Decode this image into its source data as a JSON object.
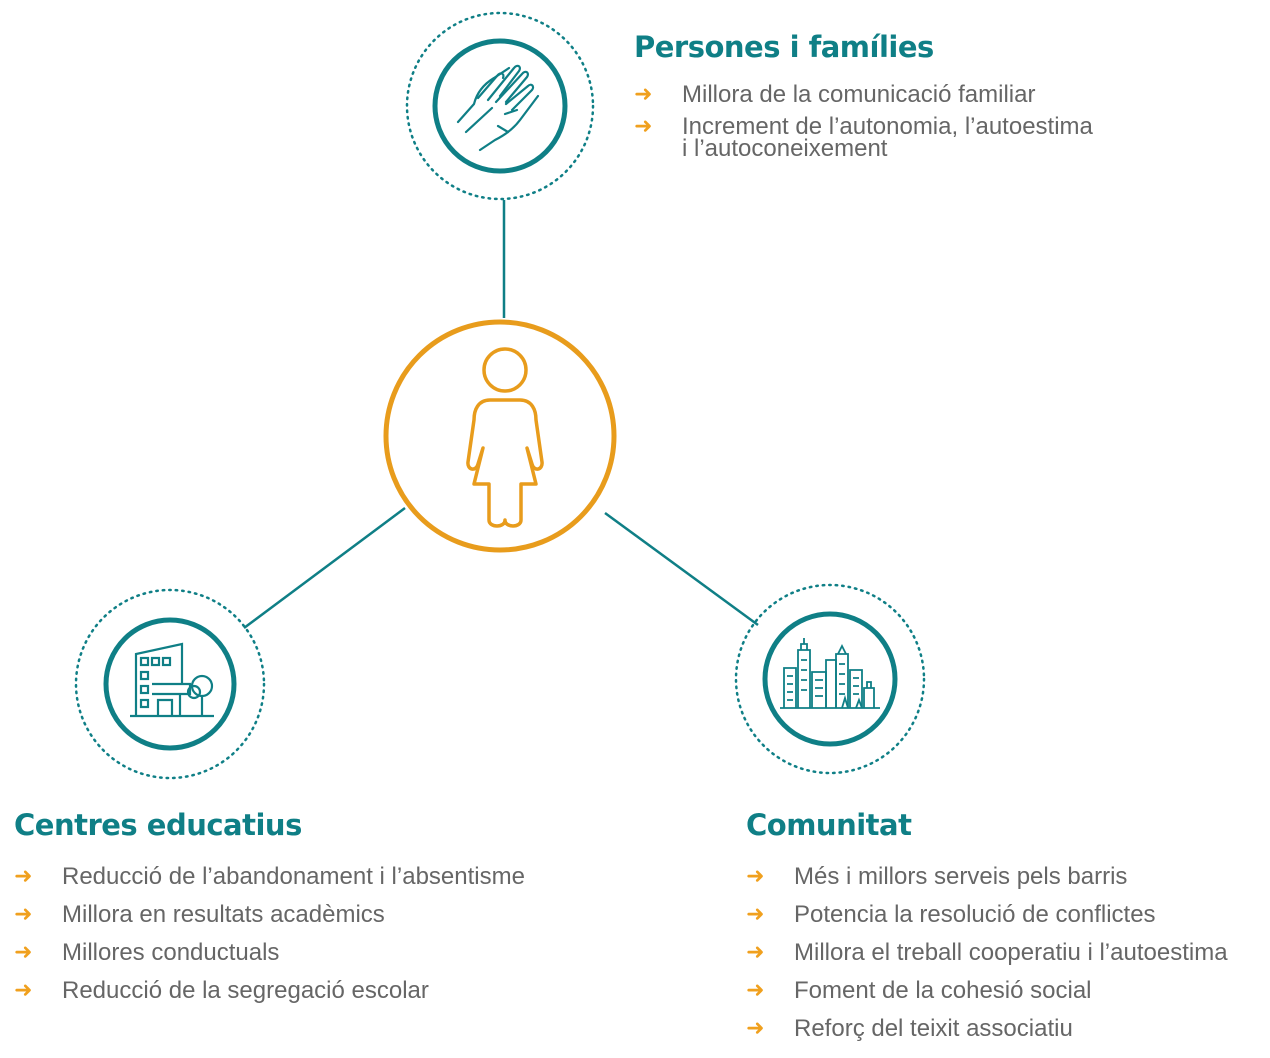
{
  "colors": {
    "teal": "#0f7f86",
    "orange": "#e89c1c",
    "text": "#666666",
    "arrow": "#f0a01e"
  },
  "center": {
    "icon": "woman-figure-icon"
  },
  "nodes": [
    {
      "id": "persones",
      "icon": "hands-icon",
      "title": "Persones i famílies",
      "items": [
        "Millora de la comunicació familiar",
        "Increment de l’autonomia, l’autoestima\ni l’autoconeixement"
      ]
    },
    {
      "id": "centres",
      "icon": "school-building-icon",
      "title": "Centres educatius",
      "items": [
        "Reducció de l’abandonament i l’absentisme",
        "Millora en resultats acadèmics",
        "Millores conductuals",
        "Reducció de la segregació escolar"
      ]
    },
    {
      "id": "comunitat",
      "icon": "city-buildings-icon",
      "title": "Comunitat",
      "items": [
        "Més i millors serveis pels barris",
        "Potencia la resolució de conflictes",
        "Millora el treball cooperatiu i l’autoestima",
        "Foment de la cohesió social",
        "Reforç del teixit associatiu"
      ]
    }
  ]
}
